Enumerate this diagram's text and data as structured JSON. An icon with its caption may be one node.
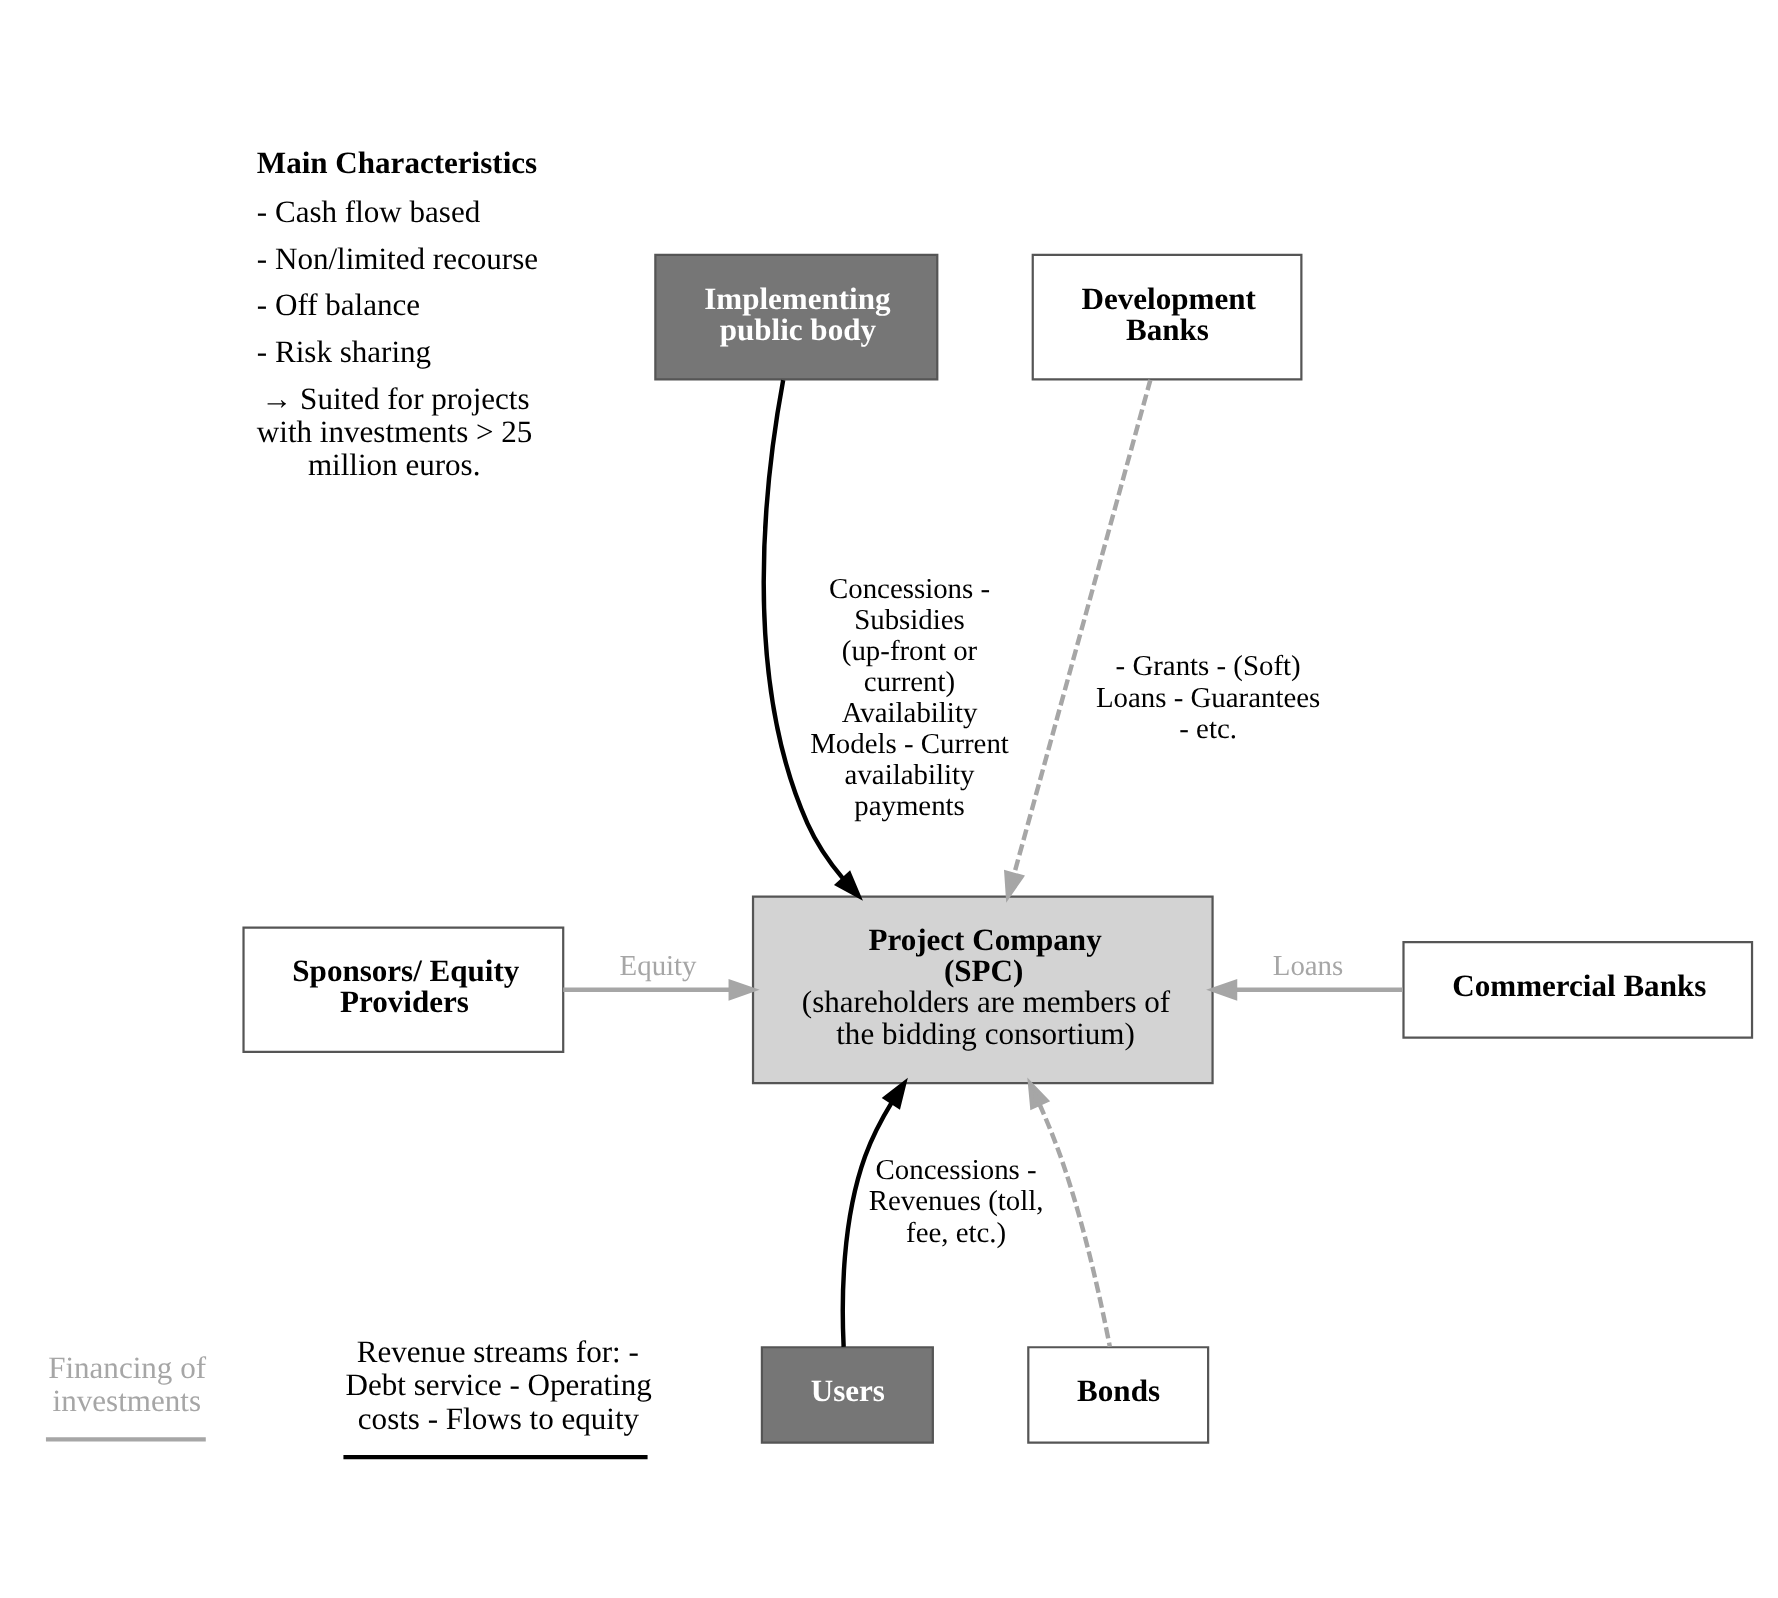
{
  "diagram": {
    "nodes": [
      {
        "text": [
          "Implementing public body"
        ]
      },
      {
        "text": [
          "Development Banks"
        ]
      },
      {
        "text": [
          "Sponsors/ Equity Providers"
        ]
      },
      {
        "text": [
          "Project Company (SPC)",
          "(shareholders are members of the bidding consortium)"
        ]
      },
      {
        "text": [
          "Commercial Banks"
        ]
      },
      {
        "text": [
          "Users"
        ]
      },
      {
        "text": [
          "Bonds"
        ]
      }
    ],
    "edges": [
      {
        "from": 0,
        "to": 3,
        "arrow": "to",
        "color": "#000000",
        "label": "Concessions - Subsidies (up-front or current) Availability Models - Current availability payments"
      },
      {
        "from": 1,
        "to": 3,
        "arrow": "to",
        "style": "dashed",
        "color": "#a6a6a6",
        "label": "- Grants - (Soft) Loans - Guarantees - etc."
      },
      {
        "from": 2,
        "to": 3,
        "arrow": "to",
        "color": "#a6a6a6",
        "label": "Equity"
      },
      {
        "from": 4,
        "to": 3,
        "arrow": "to",
        "color": "#a6a6a6",
        "label": "Loans"
      },
      {
        "from": 5,
        "to": 3,
        "arrow": "to",
        "color": "#000000",
        "label": "Concessions - Revenues (toll, fee, etc.)"
      },
      {
        "from": 6,
        "to": 3,
        "arrow": "to",
        "style": "dashed",
        "color": "#a6a6a6"
      }
    ],
    "labels": [
      "Main Characteristics",
      "- Cash flow based",
      "- Non/limited recourse",
      "- Off balance",
      "- Risk sharing",
      "→ Suited for projects with investments > 25 million euros."
    ],
    "legend": [
      {
        "text": "Financing of investments"
      },
      {
        "text": "Revenue streams for: - Debt service - Operating costs - Flows to equity"
      }
    ]
  }
}
